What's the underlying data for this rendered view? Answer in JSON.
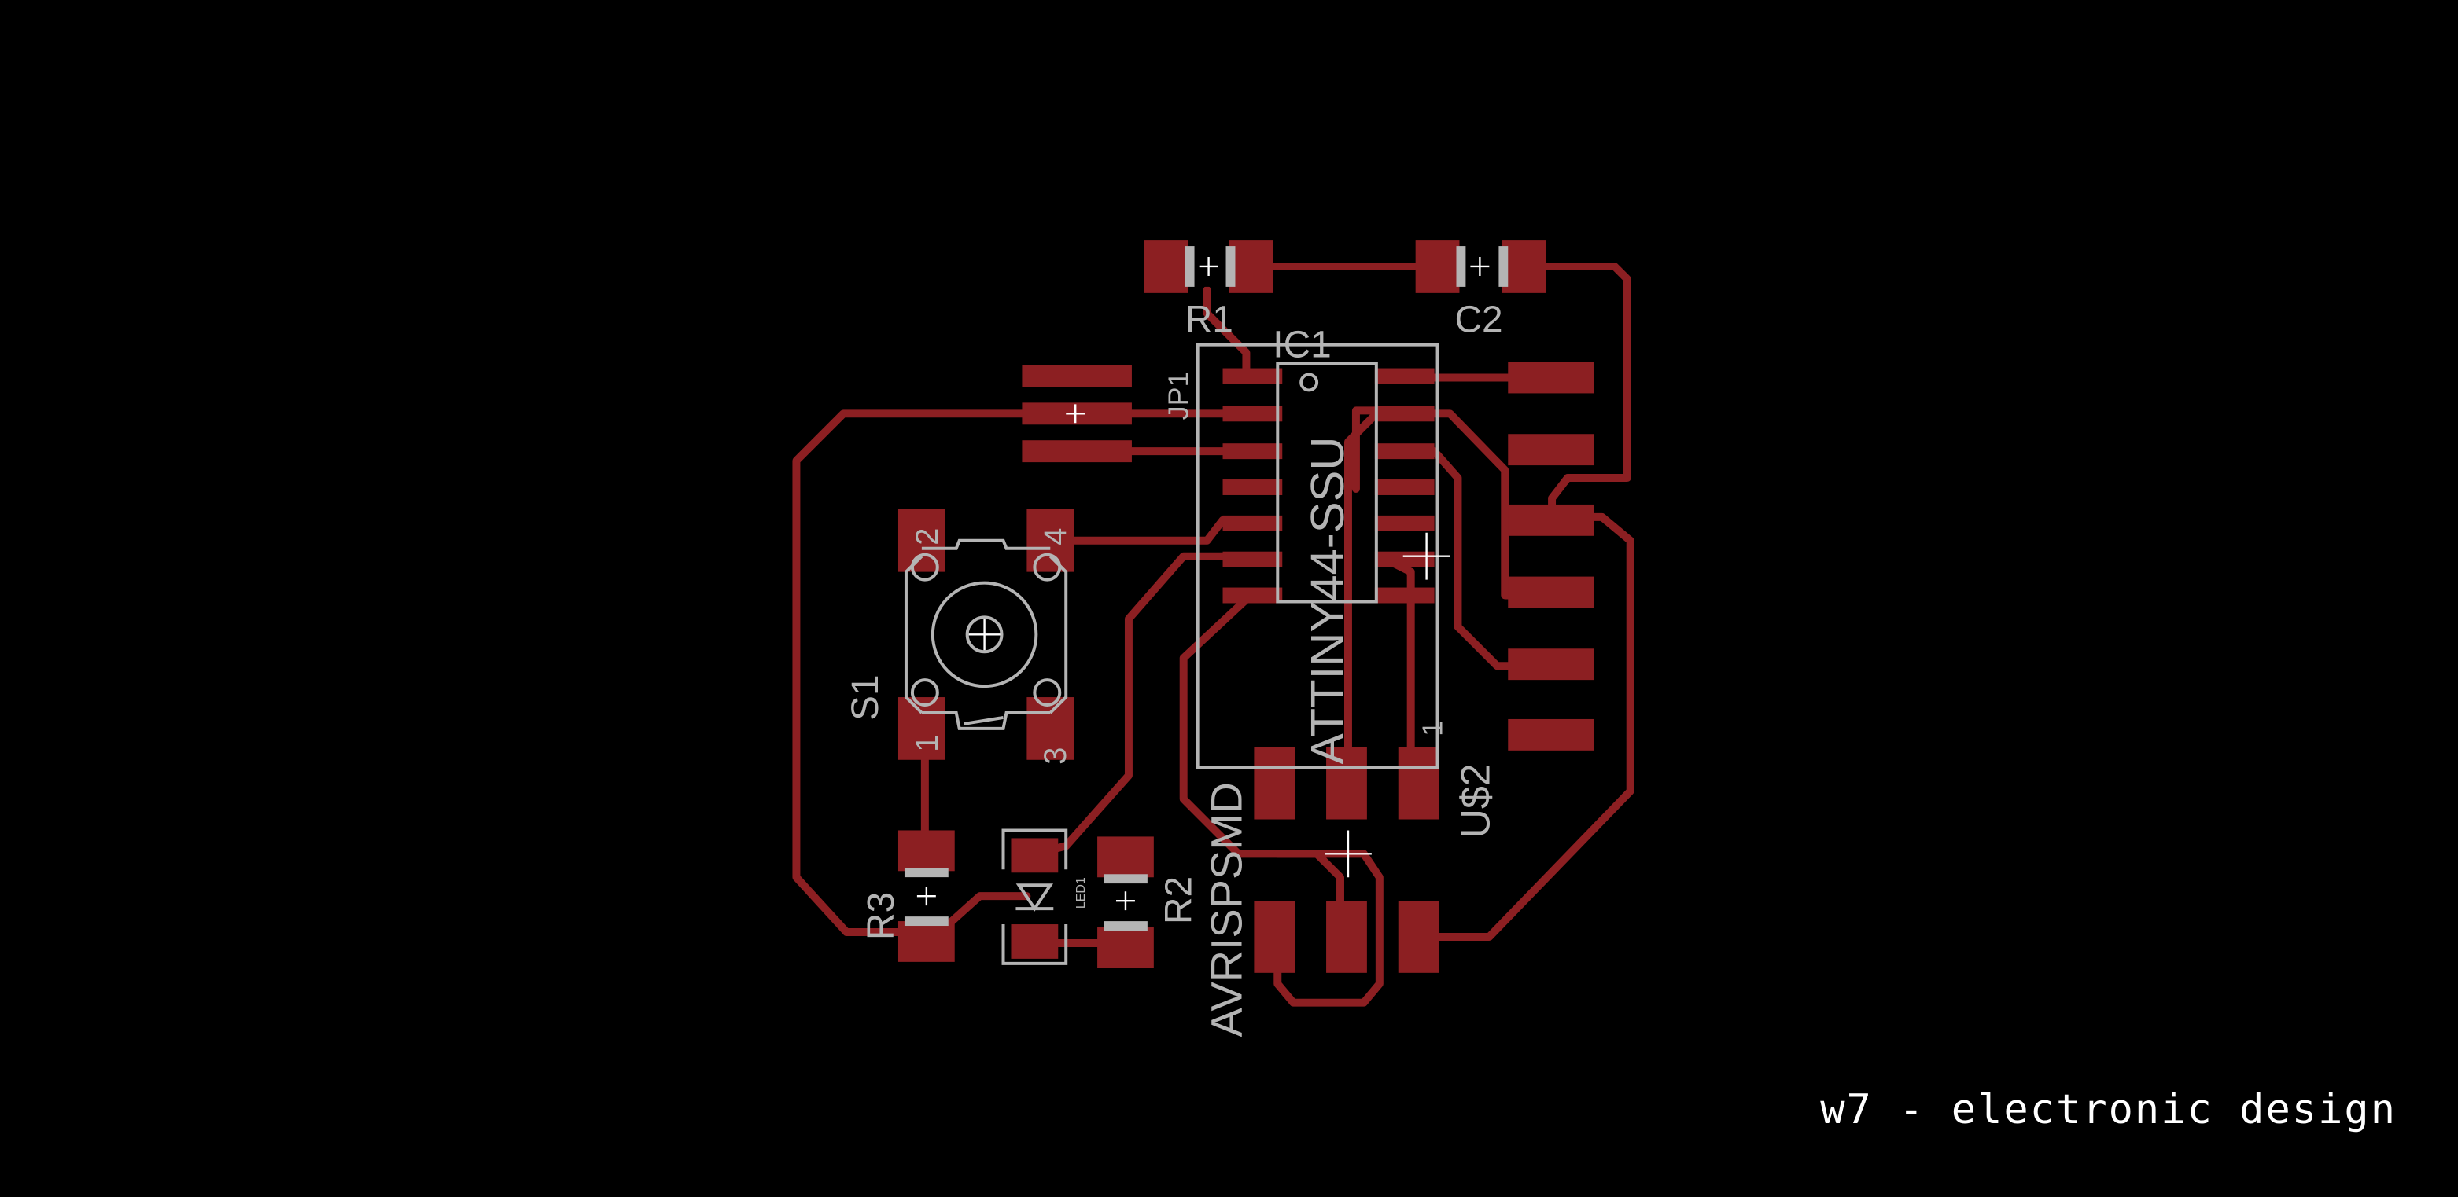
{
  "colors": {
    "background": "#000000",
    "copper": "#8c1f22",
    "silkscreen": "#b4b4b4",
    "caption": "#ffffff"
  },
  "labels": {
    "r1": "R1",
    "c2": "C2",
    "ic1": "IC1",
    "jp1": "JP1",
    "attiny": "ATTINY44-SSU",
    "s1": "S1",
    "pin1": "1",
    "pin2": "2",
    "pin3": "3",
    "pin4": "4",
    "r3": "R3",
    "r2": "R2",
    "led": "LED1",
    "avrisp": "AVRISPSMD",
    "us2": "U$2",
    "us2_pin": "1"
  },
  "caption": "w7 - electronic design"
}
